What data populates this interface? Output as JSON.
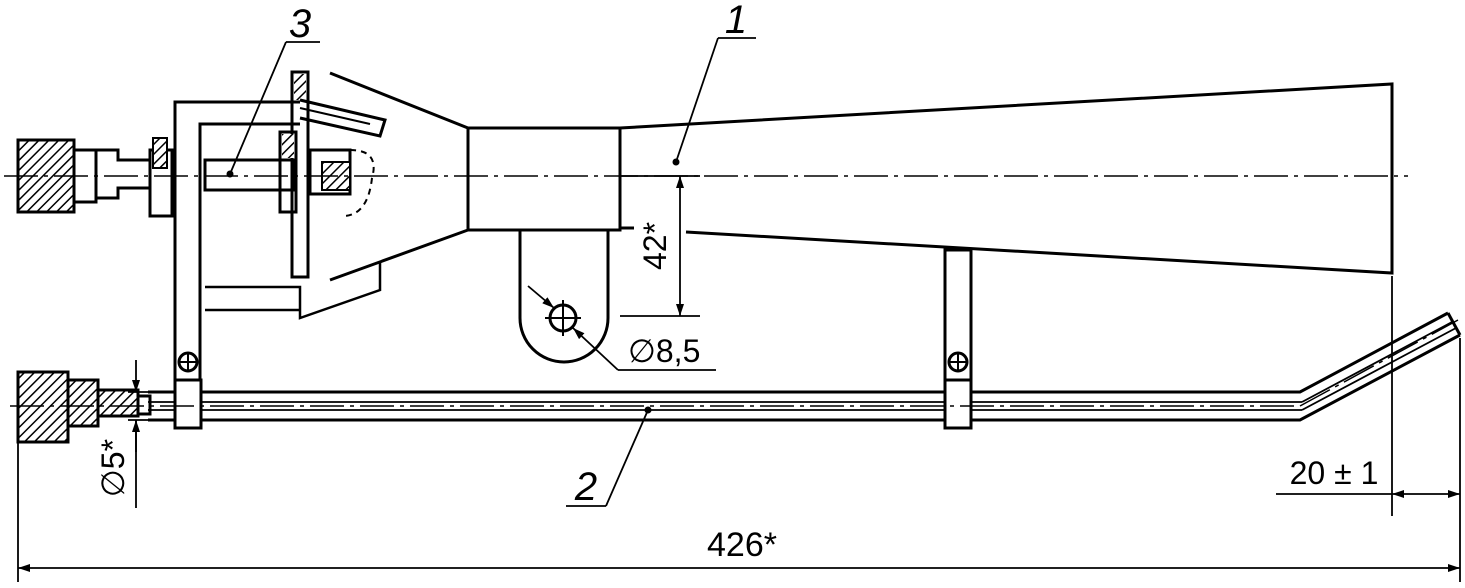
{
  "callouts": {
    "one": "1",
    "two": "2",
    "three": "3"
  },
  "dimensions": {
    "overall_length": "426*",
    "horn_height": "42*",
    "hole_diameter": "∅8,5",
    "tube_diameter": "∅5*",
    "tip_offset": "20 ± 1"
  },
  "colors": {
    "ink": "#000000",
    "paper": "#ffffff"
  }
}
